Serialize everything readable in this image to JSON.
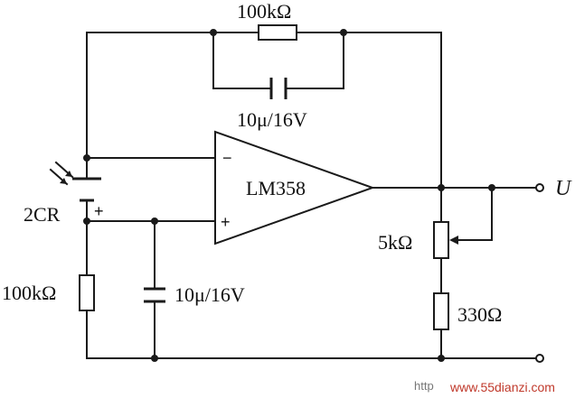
{
  "labels": {
    "r_feedback": "100kΩ",
    "c_feedback": "10μ/16V",
    "opamp": "LM358",
    "opamp_minus": "−",
    "opamp_plus": "+",
    "photocell": "2CR",
    "photocell_plus": "+",
    "r_input": "100kΩ",
    "c_input": "10μ/16V",
    "pot": "5kΩ",
    "r_bottom": "330Ω",
    "output": "U"
  },
  "watermark": {
    "prefix": "http",
    "site": "www.55dianzi.com"
  }
}
